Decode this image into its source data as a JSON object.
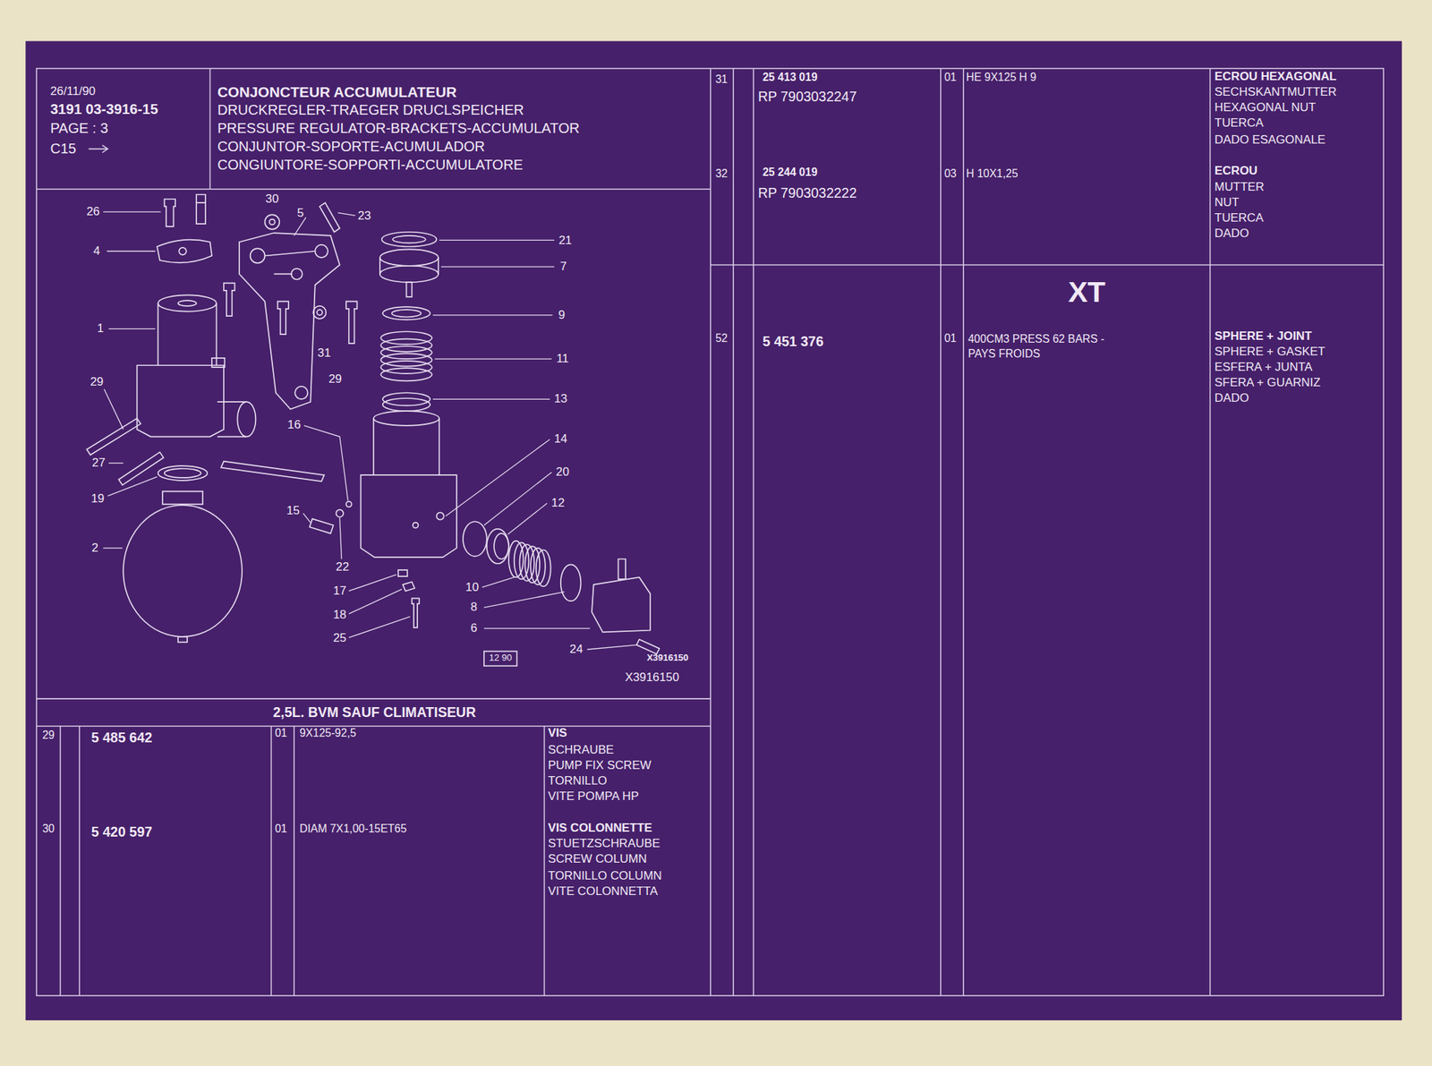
{
  "diagram": {
    "title": "CONJONCTEUR ACCUMULATEUR",
    "labels": [
      "26/11/90",
      "3191 03-3916-15",
      "PAGE : 3",
      "C15",
      "DRUCKREGLER-TRAEGER DRUCLSPEICHER",
      "PRESSURE REGULATOR-BRACKETS-ACCUMULATOR",
      "CONJUNTOR-SOPORTE-ACUMULADOR",
      "CONGIUNTORE-SOPPORTI-ACCUMULATORE",
      "26",
      "30",
      "5",
      "23",
      "21",
      "7",
      "4",
      "9",
      "1",
      "11",
      "31",
      "29",
      "29",
      "13",
      "16",
      "14",
      "27",
      "20",
      "19",
      "12",
      "15",
      "2",
      "22",
      "10",
      "17",
      "8",
      "18",
      "6",
      "25",
      "24",
      "12 90",
      "X3916150",
      "X3916150",
      "2,5L. BVM SAUF CLIMATISEUR",
      "29",
      "5 485 642",
      "01",
      "9X125-92,5",
      "VIS",
      "SCHRAUBE",
      "PUMP FIX SCREW",
      "TORNILLO",
      "VITE POMPA HP",
      "30",
      "5 420 597",
      "01",
      "DIAM 7X1,00-15ET65",
      "VIS COLONNETTE",
      "STUETZSCHRAUBE",
      "SCREW COLUMN",
      "TORNILLO COLUMN",
      "VITE COLONNETTA",
      "31",
      "25 413 019",
      "RP 7903032247",
      "01",
      "HE 9X125 H 9",
      "ECROU HEXAGONAL",
      "SECHSKANTMUTTER",
      "HEXAGONAL NUT",
      "TUERCA",
      "DADO ESAGONALE",
      "32",
      "25 244 019",
      "RP 7903032222",
      "03",
      "H 10X1,25",
      "ECROU",
      "MUTTER",
      "NUT",
      "TUERCA",
      "DADO",
      "XT",
      "52",
      "5 451 376",
      "01",
      "400CM3 PRESS 62 BARS -PAYS FROIDS",
      "SPHERE + JOINT",
      "SPHERE + GASKET",
      "ESFERA + JUNTA",
      "SFERA + GUARNIZ",
      "DADO"
    ]
  }
}
